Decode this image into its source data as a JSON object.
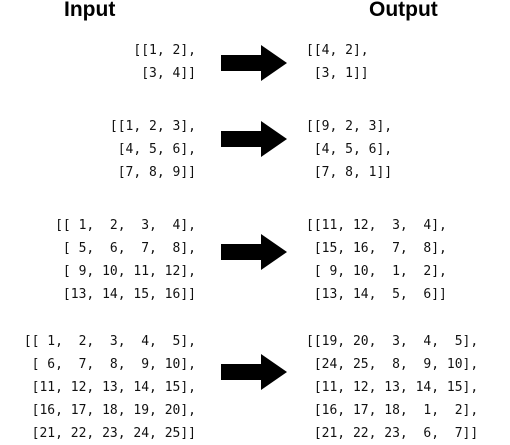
{
  "titles": {
    "input": "Input",
    "output": "Output"
  },
  "examples": [
    {
      "input": "[[1, 2],\n [3, 4]]",
      "output": "[[4, 2],\n [3, 1]]"
    },
    {
      "input": "[[1, 2, 3],\n [4, 5, 6],\n [7, 8, 9]]",
      "output": "[[9, 2, 3],\n [4, 5, 6],\n [7, 8, 1]]"
    },
    {
      "input": "[[ 1,  2,  3,  4],\n [ 5,  6,  7,  8],\n [ 9, 10, 11, 12],\n [13, 14, 15, 16]]",
      "output": "[[11, 12,  3,  4],\n [15, 16,  7,  8],\n [ 9, 10,  1,  2],\n [13, 14,  5,  6]]"
    },
    {
      "input": "[[ 1,  2,  3,  4,  5],\n [ 6,  7,  8,  9, 10],\n [11, 12, 13, 14, 15],\n [16, 17, 18, 19, 20],\n [21, 22, 23, 24, 25]]",
      "output": "[[19, 20,  3,  4,  5],\n [24, 25,  8,  9, 10],\n [11, 12, 13, 14, 15],\n [16, 17, 18,  1,  2],\n [21, 22, 23,  6,  7]]"
    }
  ]
}
